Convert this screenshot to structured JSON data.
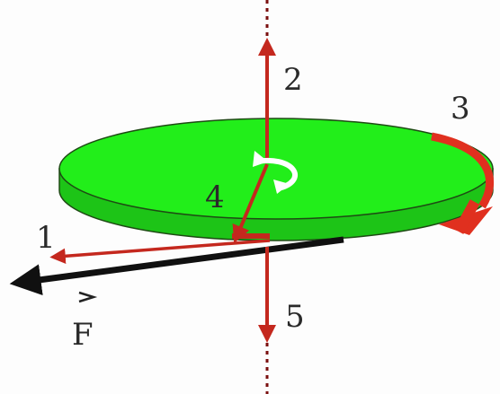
{
  "labels": {
    "l1": "1",
    "l2": "2",
    "l3": "3",
    "l4": "4",
    "l5": "5",
    "force": "F"
  },
  "colors": {
    "disk_top": "#22ee1a",
    "disk_edge": "#1dc417",
    "disk_outline": "#1e4a14",
    "vector_red": "#c4281e",
    "force_black": "#101010",
    "axis": "#7a1010",
    "rotation_arrow": "#ffffff",
    "edge_arrow": "#e0301f"
  },
  "icons": {
    "rotation": "circular-arrow-icon",
    "force_vector_accent": "vector-arrow-icon"
  }
}
